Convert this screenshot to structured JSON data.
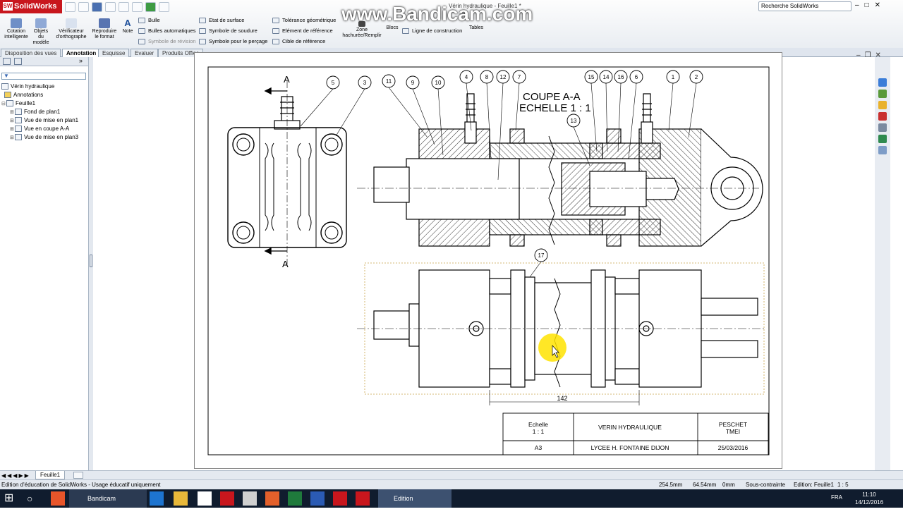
{
  "app": {
    "name": "SolidWorks",
    "doc_title": "Vérin hydraulique - Feuille1 *",
    "watermark": "www.Bandicam.com",
    "search_placeholder": "Recherche SolidWorks"
  },
  "commands": {
    "cotation": "Cotation\nintelligente",
    "objets": "Objets\ndu\nmodèle",
    "verif": "Vérificateur\nd'orthographe",
    "repro": "Reproduire\nle format",
    "note": "Note",
    "bulle": "Bulle",
    "bulles_auto": "Bulles automatiques",
    "symbole_revision": "Symbole de révision",
    "etat_surface": "Etat de surface",
    "symbole_soudure": "Symbole de soudure",
    "symbole_percage": "Symbole pour le perçage",
    "tolerance": "Tolérance géométrique",
    "element_ref": "Elément de référence",
    "cible_ref": "Cible de référence",
    "zone_hachuree": "Zone\nhachurée/Remplir",
    "blocs": "Blocs",
    "ligne_construction": "Ligne de construction",
    "tables": "Tables"
  },
  "tabs": [
    "Disposition des vues",
    "Annotation",
    "Esquisse",
    "Evaluer",
    "Produits Office"
  ],
  "active_tab": "Annotation",
  "tree": {
    "root": "Vérin hydraulique",
    "items": [
      "Annotations",
      "Feuille1",
      "Fond de plan1",
      "Vue de mise en plan1",
      "Vue en coupe A-A",
      "Vue de mise en plan3"
    ]
  },
  "drawing": {
    "section_title": "COUPE A-A",
    "scale_title": "ECHELLE 1 : 1",
    "section_letter": "A",
    "balloons": [
      "5",
      "3",
      "11",
      "9",
      "10",
      "4",
      "8",
      "12",
      "7",
      "15",
      "14",
      "16",
      "6",
      "1",
      "2",
      "13",
      "17"
    ],
    "dimension": "142",
    "title_block": {
      "echelle_label": "Echelle",
      "echelle_value": "1 : 1",
      "title": "VERIN HYDRAULIQUE",
      "author": "PESCHET",
      "author2": "TMEI",
      "format": "A3",
      "school": "LYCEE H. FONTAINE DIJON",
      "date": "25/03/2016"
    }
  },
  "sheet_tab": "Feuille1",
  "status": {
    "message": "Edition d'éducation de SolidWorks - Usage éducatif uniquement",
    "x": "254.5mm",
    "y": "64.54mm",
    "z": "0mm",
    "state": "Sous-contrainte",
    "edition": "Edition: Feuille1",
    "scale": "1 : 5"
  },
  "taskbar": {
    "task1": "Bandicam",
    "task2": "Edition d'éducation...",
    "lang": "FRA",
    "time": "11:10",
    "date": "14/12/2016"
  }
}
